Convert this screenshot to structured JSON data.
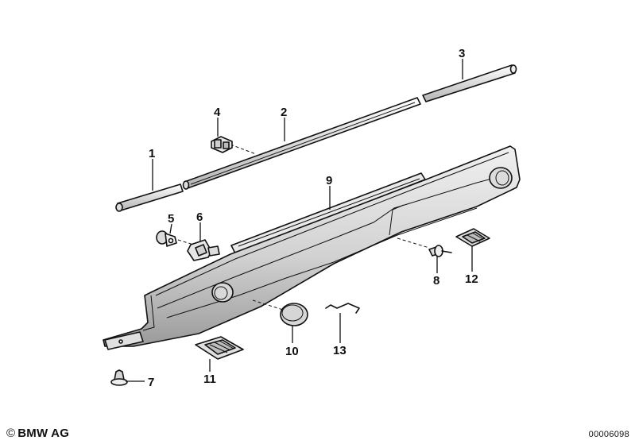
{
  "diagram": {
    "parts": [
      {
        "number": "1"
      },
      {
        "number": "2"
      },
      {
        "number": "3"
      },
      {
        "number": "4"
      },
      {
        "number": "5"
      },
      {
        "number": "6"
      },
      {
        "number": "7"
      },
      {
        "number": "8"
      },
      {
        "number": "9"
      },
      {
        "number": "10"
      },
      {
        "number": "11"
      },
      {
        "number": "12"
      },
      {
        "number": "13"
      }
    ]
  },
  "footer": {
    "copyright_symbol": "©",
    "copyright_text": "BMW AG",
    "image_id": "00006098"
  },
  "colors": {
    "line": "#111111",
    "sill_fill": "#cfcfcf",
    "sill_highlight": "#f2f2f2",
    "background": "#ffffff"
  }
}
